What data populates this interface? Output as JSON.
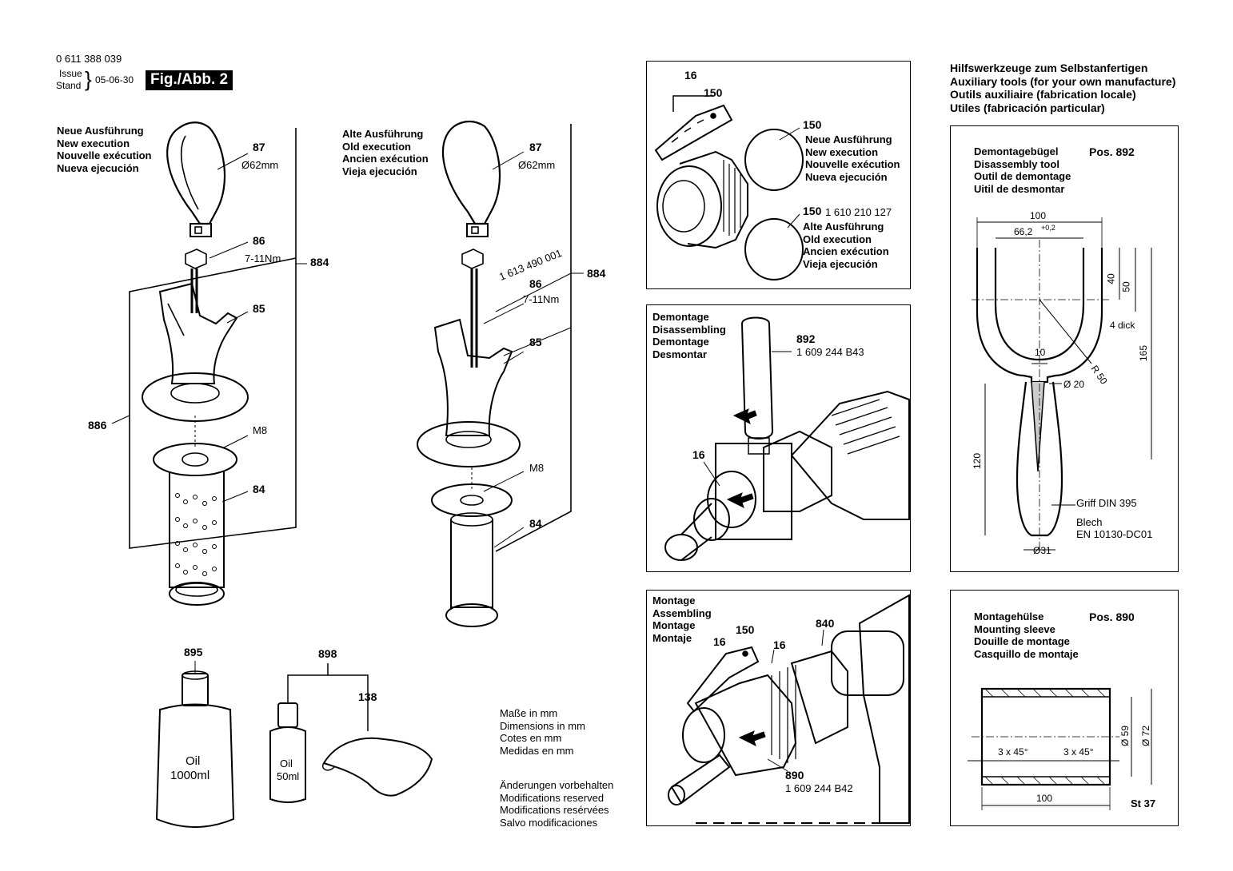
{
  "header": {
    "part_number": "0 611 388 039",
    "issue_label": "Issue",
    "stand_label": "Stand",
    "date": "05-06-30",
    "figure": "Fig./Abb. 2"
  },
  "left_handle": {
    "caption": [
      "Neue Ausführung",
      "New execution",
      "Nouvelle exécution",
      "Nueva ejecución"
    ],
    "labels": {
      "p87": "87",
      "dia": "Ø62mm",
      "p86": "86",
      "torque": "7-11Nm",
      "p884": "884",
      "p85": "85",
      "p886": "886",
      "m8": "M8",
      "p84": "84"
    }
  },
  "middle_handle": {
    "caption": [
      "Alte Ausführung",
      "Old execution",
      "Ancien exécution",
      "Vieja ejecución"
    ],
    "labels": {
      "p87": "87",
      "dia": "Ø62mm",
      "bolt": "1 613 490 001",
      "p86": "86",
      "torque": "7-11Nm",
      "p884": "884",
      "p85": "85",
      "m8": "M8",
      "p84": "84"
    }
  },
  "bottles": {
    "p895": "895",
    "p898": "898",
    "p138": "138",
    "big_text": [
      "Oil",
      "1000ml"
    ],
    "small_text": [
      "Oil",
      "50ml"
    ]
  },
  "notes": {
    "dimensions": [
      "Maße in mm",
      "Dimensions in mm",
      "Cotes en mm",
      "Medidas en mm"
    ],
    "modifications": [
      "Änderungen vorbehalten",
      "Modifications reserved",
      "Modifications resérvées",
      "Salvo modificaciones"
    ]
  },
  "panel_rings": {
    "p16": "16",
    "p150a": "150",
    "p150b": "150",
    "new": [
      "Neue Ausführung",
      "New execution",
      "Nouvelle exécution",
      "Nueva ejecución"
    ],
    "p150c": "150",
    "p150c_num": "1 610 210 127",
    "old": [
      "Alte Ausführung",
      "Old execution",
      "Ancien exécution",
      "Vieja ejecución"
    ]
  },
  "panel_disassembly": {
    "caption": [
      "Demontage",
      "Disassembling",
      "Demontage",
      "Desmontar"
    ],
    "p892": "892",
    "p892_num": "1 609 244 B43",
    "p16": "16"
  },
  "panel_assembly": {
    "caption": [
      "Montage",
      "Assembling",
      "Montage",
      "Montaje"
    ],
    "p16a": "16",
    "p150": "150",
    "p16b": "16",
    "p840": "840",
    "p890": "890",
    "p890_num": "1 609 244 B42"
  },
  "aux_header": [
    "Hilfswerkzeuge zum Selbstanfertigen",
    "Auxiliary tools (for your own manufacture)",
    "Outils auxiliaire (fabrication locale)",
    "Utiles (fabricación particular)"
  ],
  "tool_892": {
    "caption": [
      "Demontagebügel",
      "Disassembly tool",
      "Outil de demontage",
      "Uitil de desmontar"
    ],
    "pos": "Pos. 892",
    "dims": {
      "w100": "100",
      "w66": "66,2",
      "tol": "+0,2",
      "d40": "40",
      "d50": "50",
      "thick": "4 dick",
      "d10": "10",
      "r50": "R 50",
      "d165": "165",
      "dia20": "Ø 20",
      "d120": "120",
      "dia31": "Ø31"
    },
    "griff": "Griff DIN 395",
    "blech": [
      "Blech",
      "EN 10130-DC01"
    ]
  },
  "tool_890": {
    "caption": [
      "Montagehülse",
      "Mounting sleeve",
      "Douille de montage",
      "Casquillo de montaje"
    ],
    "pos": "Pos. 890",
    "dims": {
      "ch1": "3 x 45°",
      "ch2": "3 x 45°",
      "dia59": "Ø 59",
      "dia72": "Ø 72",
      "len": "100"
    },
    "material": "St 37"
  }
}
